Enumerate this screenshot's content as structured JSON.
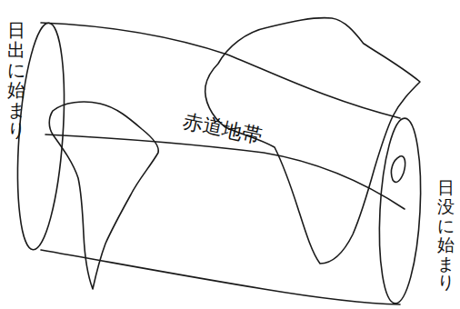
{
  "diagram": {
    "labels": [
      "日出に始まり",
      "赤道地帯",
      "日没に始まり"
    ]
  }
}
